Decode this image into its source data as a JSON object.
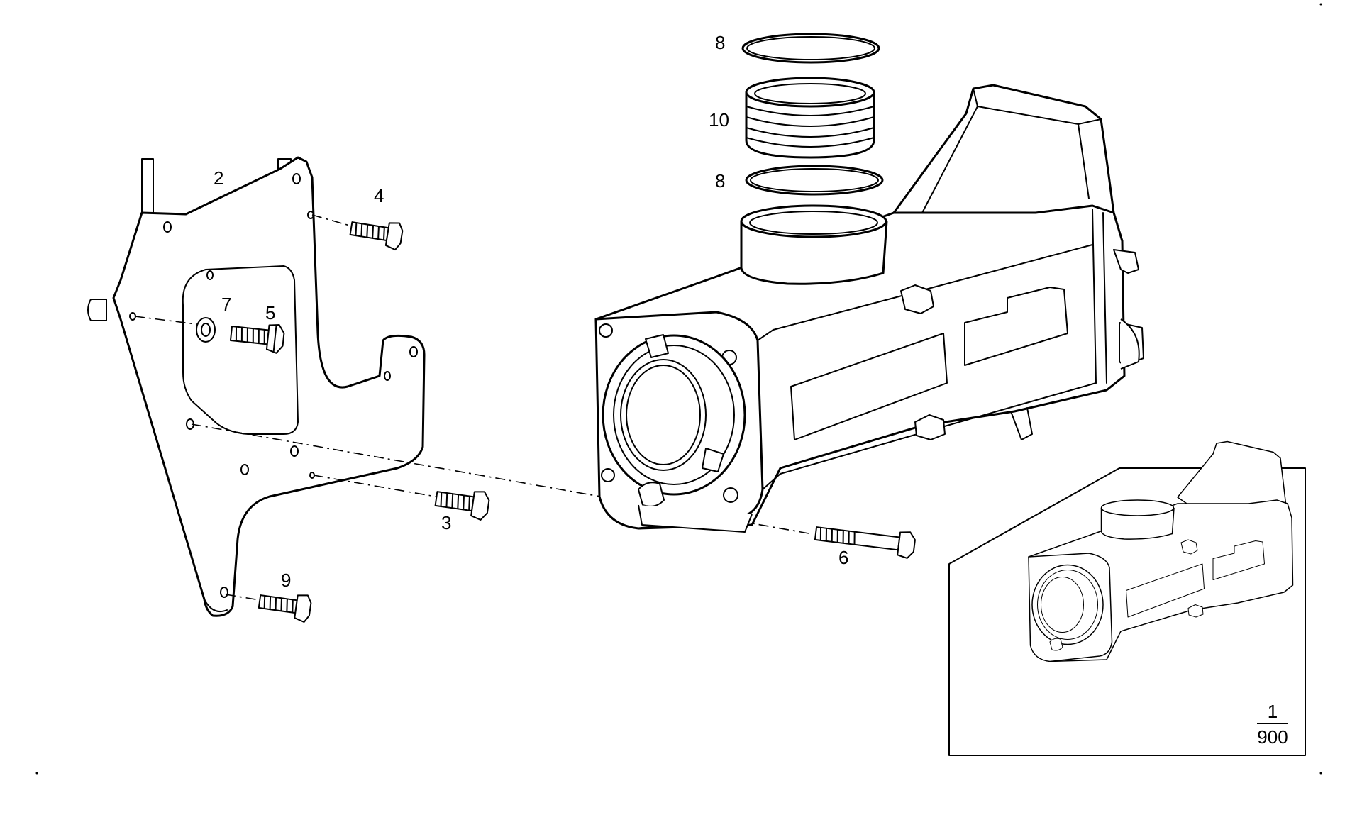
{
  "labels": {
    "l1": "2",
    "l2": "4",
    "l3": "7",
    "l4": "5",
    "l5": "8",
    "l6": "10",
    "l7": "8",
    "l8": "3",
    "l9": "6",
    "l10": "9"
  },
  "inset": {
    "scale_numerator": "1",
    "scale_denominator": "900"
  }
}
